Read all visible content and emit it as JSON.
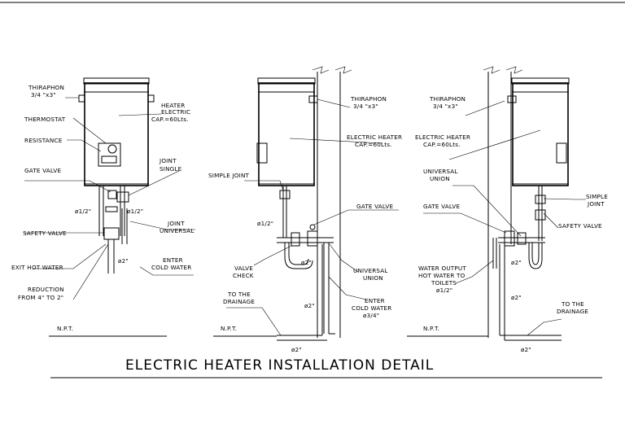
{
  "title": "ELECTRIC HEATER INSTALLATION DETAIL",
  "left": {
    "thiraphon": [
      "THIRAPHON",
      "3/4 \"x3\""
    ],
    "heater": [
      "HEATER",
      "ELECTRIC",
      "CAP.=60Lts."
    ],
    "thermostat": "THERMOSTAT",
    "resistance": "RESISTANCE",
    "joint_single": [
      "JOINT",
      "SINGLE"
    ],
    "gate_valve": "GATE VALVE",
    "d_left": "ø1/2\"",
    "d_right": "ø1/2\"",
    "joint_universal": [
      "JOINT",
      "UNIVERSAL"
    ],
    "safety_valve": "SAFETY VALVE",
    "d_2": "ø2\"",
    "exit_hot_water": "EXIT HOT WATER",
    "enter_cold_water": [
      "ENTER",
      "COLD WATER"
    ],
    "reduction": [
      "REDUCTION",
      "FROM 4\" TO 2\""
    ],
    "npt": "N.P.T."
  },
  "middle": {
    "thiraphon": [
      "THIRAPHON",
      "3/4 \"x3\""
    ],
    "electric_heater": [
      "ELECTRIC HEATER",
      "CAP.=60Lts."
    ],
    "simple_joint": "SIMPLE JOINT",
    "d_half": "ø1/2\"",
    "gate_valve": "GATE VALVE",
    "d_2_a": "ø2\"",
    "valve_check": [
      "VALVE",
      "CHECK"
    ],
    "universal_union": [
      "UNIVERSAL",
      "UNION"
    ],
    "enter_cold_water": [
      "ENTER",
      "COLD WATER",
      "ø3/4\""
    ],
    "to_drainage": [
      "TO THE",
      "DRAINAGE"
    ],
    "d_2_b": "ø2\"",
    "d_2_c": "ø2\"",
    "npt": "N.P.T."
  },
  "right": {
    "thiraphon": [
      "THIRAPHON",
      "3/4 \"x3\""
    ],
    "electric_heater": [
      "ELECTRIC HEATER",
      "CAP.=60Lts."
    ],
    "universal_union": [
      "UNIVERSAL",
      "UNION"
    ],
    "simple_joint": [
      "SIMPLE",
      "JOINT"
    ],
    "gate_valve": "GATE VALVE",
    "safety_valve": "SAFETY VALVE",
    "d_2_a": "ø2\"",
    "water_output": [
      "WATER OUTPUT",
      "HOT WATER TO",
      "TOILETS",
      "ø1/2\""
    ],
    "d_2_b": "ø2\"",
    "to_drainage": [
      "TO THE",
      "DRAINAGE"
    ],
    "npt": "N.P.T.",
    "d_2_c": "ø2\""
  }
}
